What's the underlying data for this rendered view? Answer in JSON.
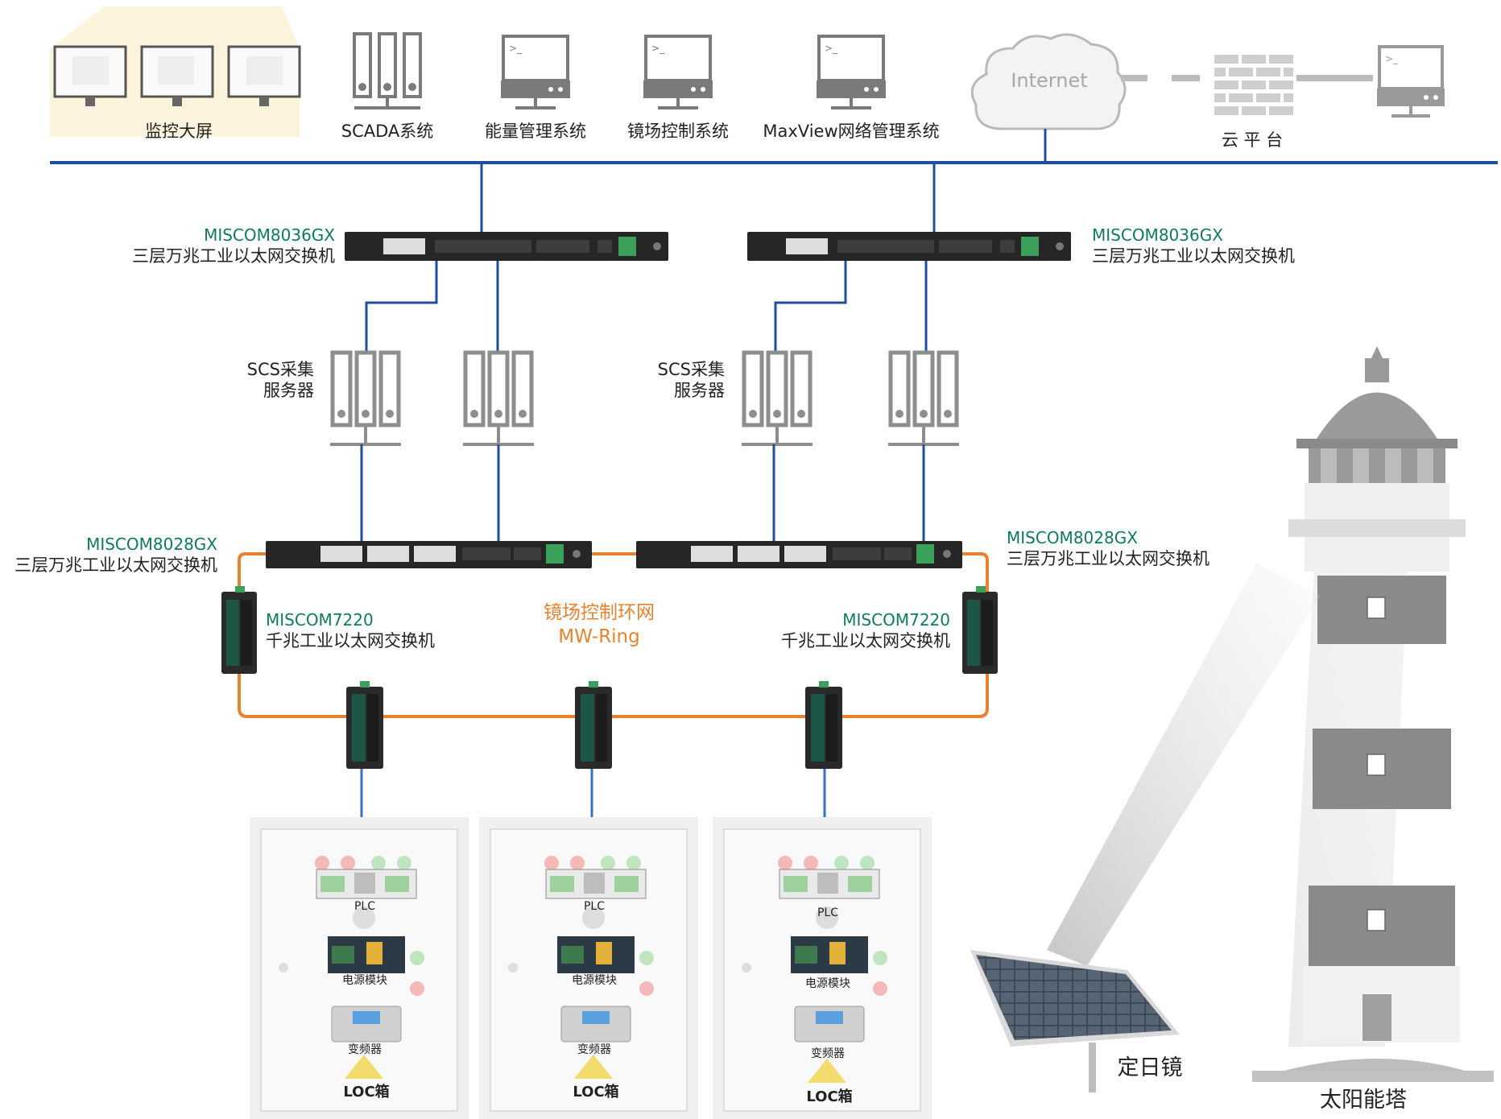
{
  "top": {
    "monitor_wall": "监控大屏",
    "scada": "SCADA系统",
    "energy": "能量管理系统",
    "heliostat_ctrl": "镜场控制系统",
    "maxview": "MaxView网络管理系统",
    "internet": "Internet",
    "cloud": "云  平  台"
  },
  "switches": {
    "core_model": "MISCOM8036GX",
    "core_desc": "三层万兆工业以太网交换机",
    "agg_model": "MISCOM8028GX",
    "agg_desc": "三层万兆工业以太网交换机",
    "edge_model": "MISCOM7220",
    "edge_desc": "千兆工业以太网交换机"
  },
  "servers": {
    "label_line1": "SCS采集",
    "label_line2": "服务器"
  },
  "ring": {
    "name": "镜场控制环网",
    "name_en": "MW-Ring"
  },
  "loc": {
    "plc": "PLC",
    "power": "电源模块",
    "inverter": "变频器",
    "box": "LOC箱"
  },
  "field": {
    "heliostat": "定日镜",
    "tower": "太阳能塔"
  },
  "colors": {
    "network_blue": "#1f4e9c",
    "ring_orange": "#e8822f",
    "model_green": "#0f7a5e",
    "device_gray": "#8e8e8e"
  }
}
